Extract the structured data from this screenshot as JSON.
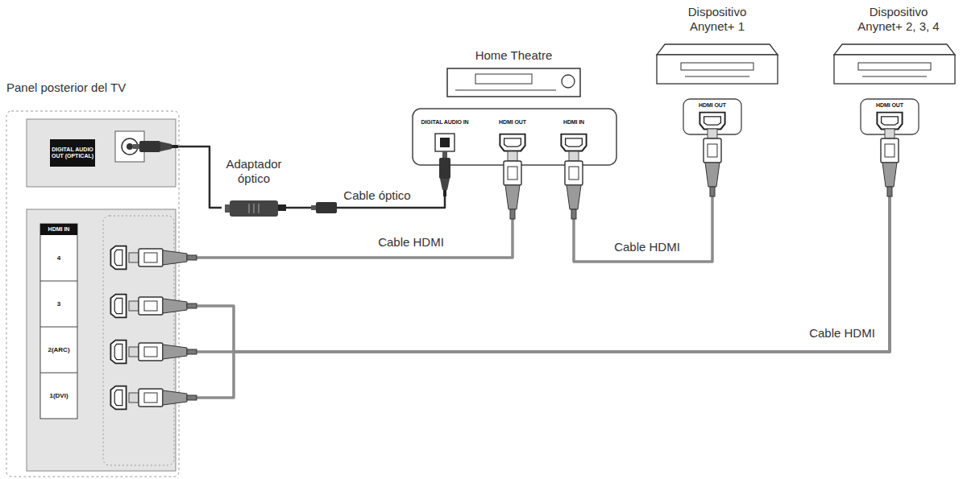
{
  "diagram": {
    "nodes": [
      {
        "text": [
          "Panel posterior del TV"
        ]
      },
      {
        "text": [
          "DIGITAL AUDIO OUT (OPTICAL)"
        ],
        "in": 0
      },
      {
        "text": [
          "HDMI IN"
        ],
        "in": 0
      },
      {
        "text": [
          "4"
        ],
        "in": 2
      },
      {
        "text": [
          "3"
        ],
        "in": 2
      },
      {
        "text": [
          "2(ARC)"
        ],
        "in": 2
      },
      {
        "text": [
          "1(DVI)"
        ],
        "in": 2
      },
      {
        "text": [
          "Home Theatre"
        ]
      },
      {
        "text": [
          "DIGITAL AUDIO IN"
        ],
        "in": 7
      },
      {
        "text": [
          "HDMI OUT"
        ],
        "in": 7
      },
      {
        "text": [
          "HDMI IN"
        ],
        "in": 7
      },
      {
        "text": [
          "Adaptador óptico"
        ]
      },
      {
        "text": [
          "Dispositivo Anynet+ 1"
        ]
      },
      {
        "text": [
          "HDMI OUT"
        ],
        "in": 12
      },
      {
        "text": [
          "Dispositivo Anynet+ 2, 3, 4"
        ]
      },
      {
        "text": [
          "HDMI OUT"
        ],
        "in": 14
      }
    ],
    "edges": [
      {
        "from": 1,
        "to": 11,
        "arrow": "none"
      },
      {
        "from": 11,
        "to": 8,
        "label": "Cable óptico",
        "arrow": "none"
      },
      {
        "from": 3,
        "to": 9,
        "label": "Cable HDMI",
        "arrow": "none"
      },
      {
        "from": 10,
        "to": 13,
        "label": "Cable HDMI",
        "arrow": "none"
      },
      {
        "from": 4,
        "to": 15,
        "arrow": "none"
      },
      {
        "from": 5,
        "to": 15,
        "label": "Cable HDMI",
        "arrow": "none"
      },
      {
        "from": 6,
        "to": 15,
        "arrow": "none"
      }
    ]
  }
}
